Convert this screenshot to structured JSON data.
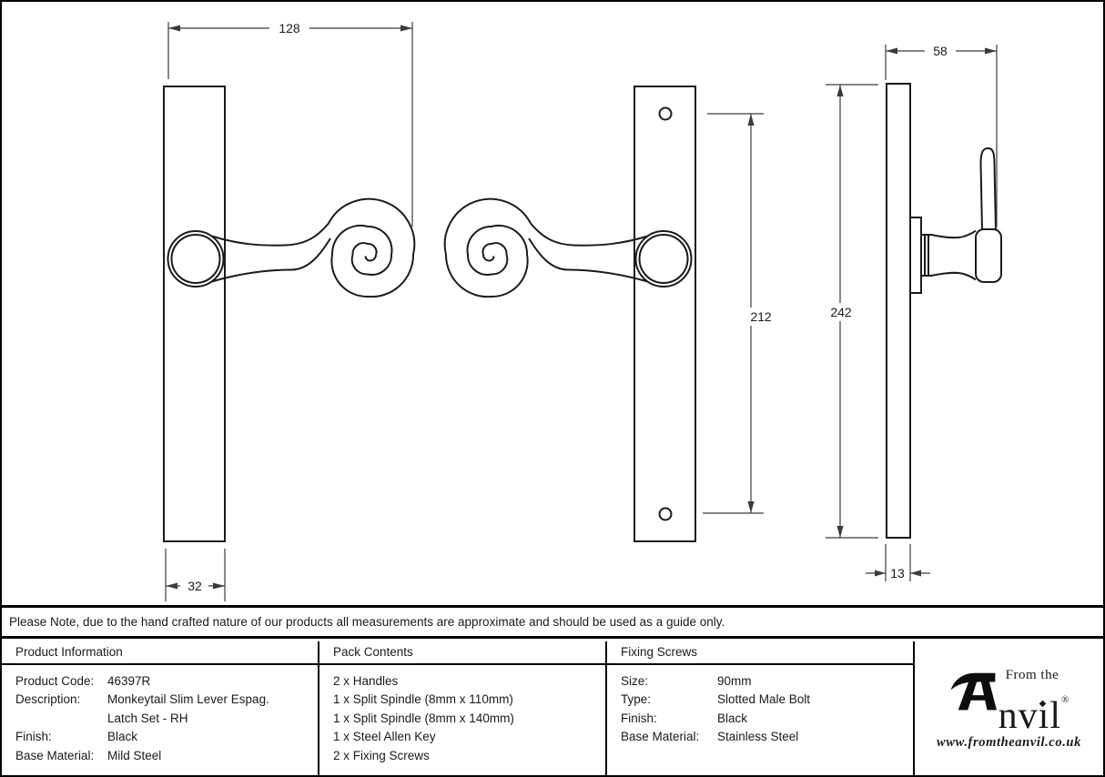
{
  "drawing": {
    "dimensions": {
      "handle_overall_width": "128",
      "plate_width": "32",
      "screw_centres": "212",
      "plate_height": "242",
      "side_projection": "58",
      "plate_thickness": "13"
    }
  },
  "note": {
    "text": "Please Note, due to the hand crafted nature of our products all measurements are approximate and should be used as a guide only."
  },
  "table": {
    "product_information": {
      "header": "Product Information",
      "rows": [
        {
          "label": "Product Code:",
          "value": "46397R"
        },
        {
          "label": "Description:",
          "value": "Monkeytail Slim Lever Espag."
        },
        {
          "label": "",
          "value": "Latch Set - RH"
        },
        {
          "label": "Finish:",
          "value": "Black"
        },
        {
          "label": "Base Material:",
          "value": "Mild Steel"
        }
      ]
    },
    "pack_contents": {
      "header": "Pack Contents",
      "items": [
        "2 x Handles",
        "1 x Split Spindle (8mm x 110mm)",
        "1 x Split Spindle (8mm x 140mm)",
        "1 x Steel Allen Key",
        "2 x Fixing Screws"
      ]
    },
    "fixing_screws": {
      "header": "Fixing Screws",
      "rows": [
        {
          "label": "Size:",
          "value": "90mm"
        },
        {
          "label": "Type:",
          "value": "Slotted Male Bolt"
        },
        {
          "label": "Finish:",
          "value": "Black"
        },
        {
          "label": "Base Material:",
          "value": "Stainless Steel"
        }
      ]
    }
  },
  "logo": {
    "from_the": "From the",
    "name_prefix": "nv",
    "name_i": "ı",
    "name_suffix": "l",
    "tittle": "◆",
    "registered": "®",
    "website": "www.fromtheanvil.co.uk"
  },
  "colors": {
    "line": "#1b1b1b",
    "dimension": "#3c3c3c",
    "background": "#ffffff"
  }
}
